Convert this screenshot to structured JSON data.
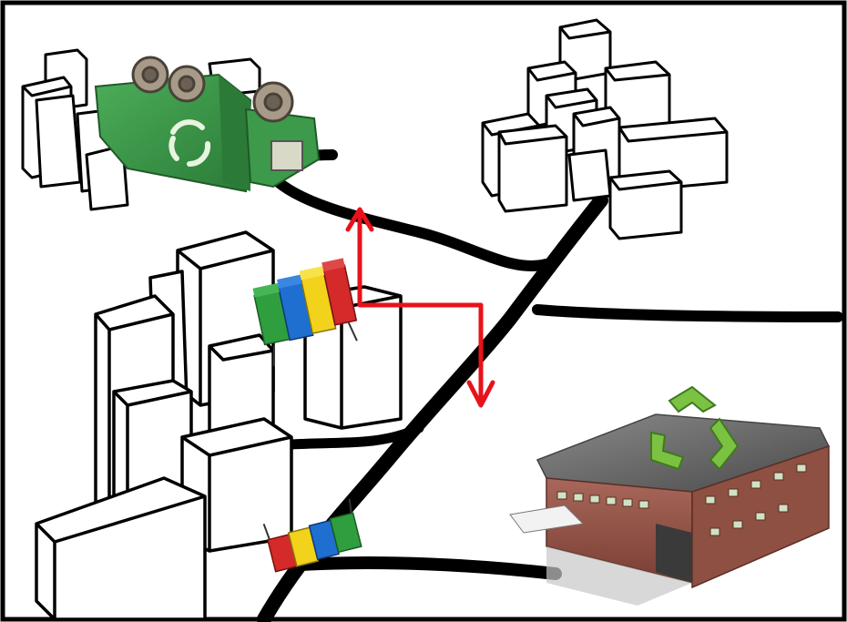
{
  "scene": {
    "description_visible_text": "",
    "colors": {
      "frame": "#000000",
      "background": "#ffffff",
      "road": "#000000",
      "building_fill": "#ffffff",
      "building_stroke": "#000000",
      "route_arrow": "#e8121a",
      "truck_green": "#3a9a4a",
      "truck_dark": "#2c7a3a",
      "bin_green": "#2e9e3e",
      "bin_blue": "#1f6fd1",
      "bin_yellow": "#f2d21a",
      "bin_red": "#d42a2a",
      "recycle_symbol": "#7cc242",
      "plant_brick": "#9a5a4a",
      "plant_roof": "#6b6b6b"
    },
    "icons": {
      "truck": "garbage-truck-icon",
      "bins_upper": "recycling-bins-icon",
      "bins_lower": "recycling-bins-icon",
      "plant": "recycling-plant-icon",
      "recycle": "recycle-symbol-icon"
    },
    "bins_order": [
      "green",
      "blue",
      "yellow",
      "red"
    ]
  }
}
